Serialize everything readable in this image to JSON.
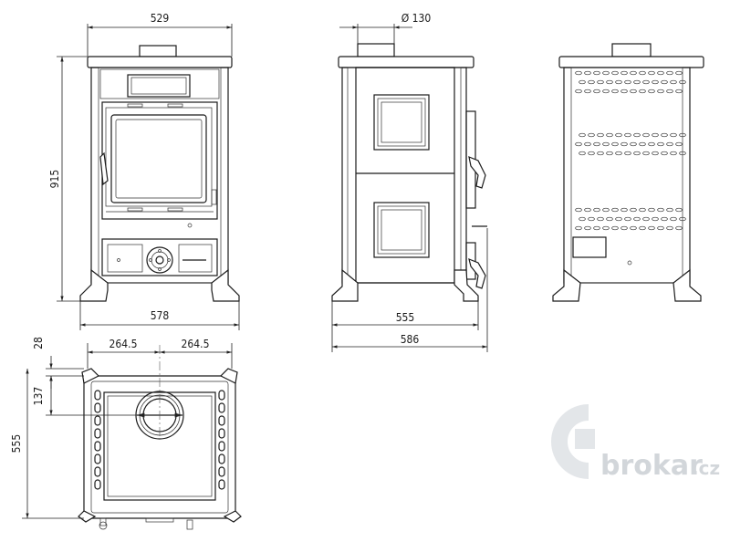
{
  "dimensions": {
    "front_top_width": "529",
    "front_height": "915",
    "front_base_width": "578",
    "flue_diameter": "Ø 130",
    "side_body_depth": "555",
    "side_overall_depth": "586",
    "top_offset_back": "28",
    "top_flue_offset": "137",
    "top_depth": "555",
    "top_half_left": "264.5",
    "top_half_right": "264.5"
  },
  "watermark": {
    "brand": "brokar",
    "suffix": ".cz"
  }
}
